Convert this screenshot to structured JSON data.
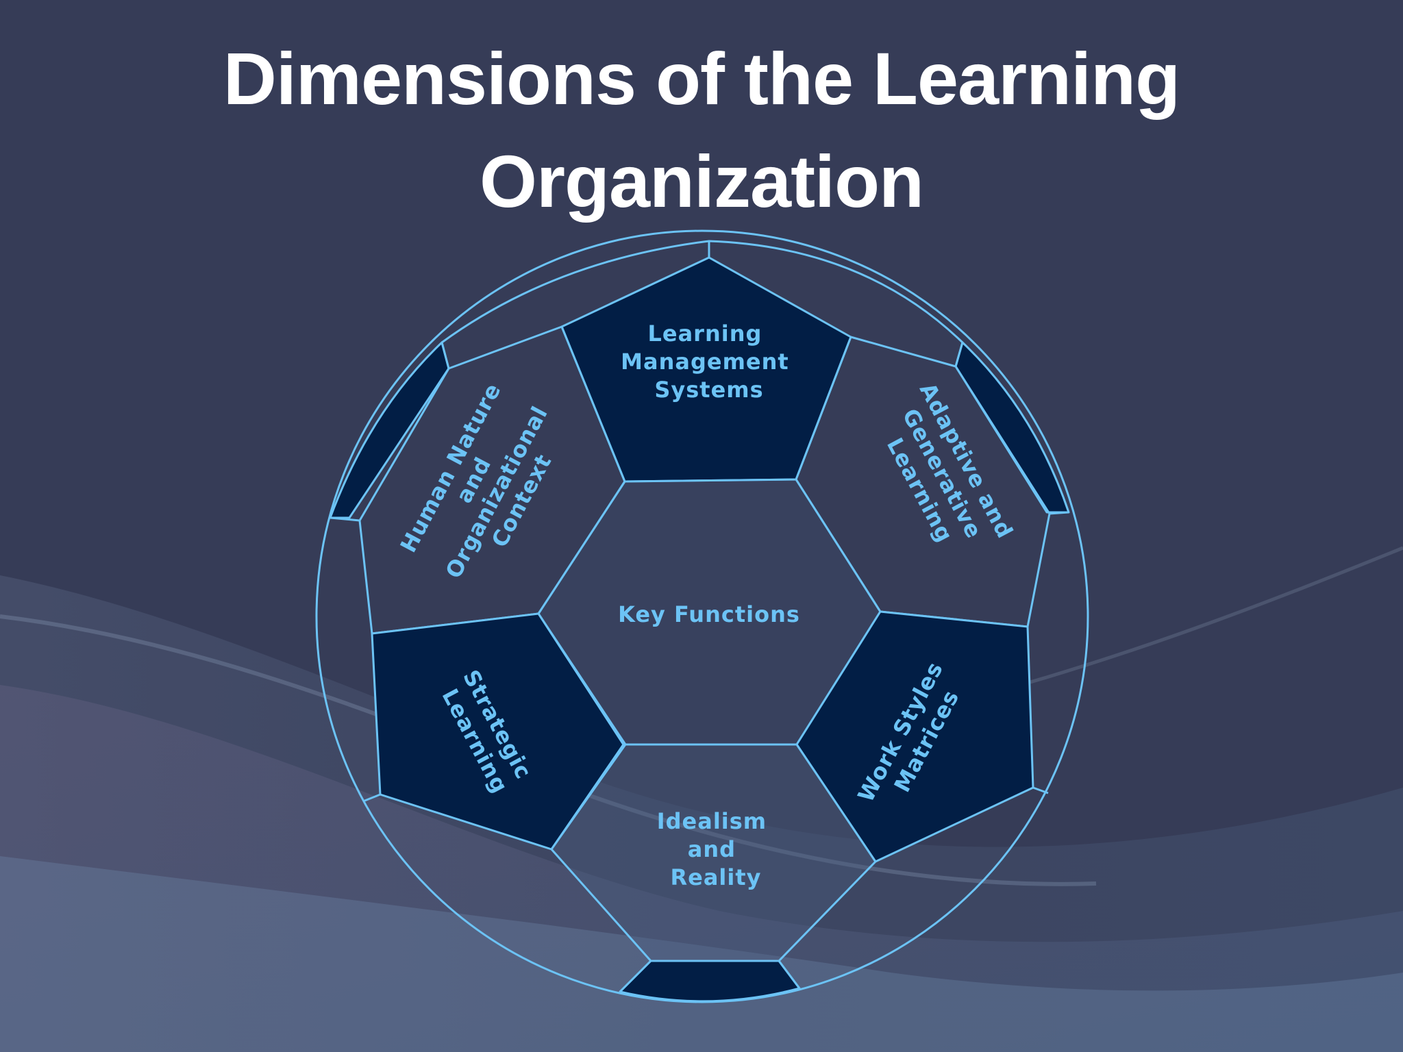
{
  "title": {
    "line1": "Dimensions of the Learning",
    "line2": "Organization"
  },
  "colors": {
    "background": "#363c57",
    "panel_dark": "#021e45",
    "outline": "#6cc3f5",
    "label": "#6cc3f5"
  },
  "panels": {
    "top": {
      "lines": [
        "Learning",
        "Management",
        "Systems"
      ]
    },
    "upper_right": {
      "lines": [
        "Adaptive and",
        "Generative",
        "Learning"
      ]
    },
    "upper_left": {
      "lines": [
        "Human Nature",
        "and",
        "Organizational",
        "Context"
      ]
    },
    "center": {
      "lines": [
        "Key Functions"
      ]
    },
    "lower_left": {
      "lines": [
        "Strategic",
        "Learning"
      ]
    },
    "lower_right": {
      "lines": [
        "Work Styles",
        "Matrices"
      ]
    },
    "bottom": {
      "lines": [
        "Idealism",
        "and",
        "Reality"
      ]
    }
  }
}
